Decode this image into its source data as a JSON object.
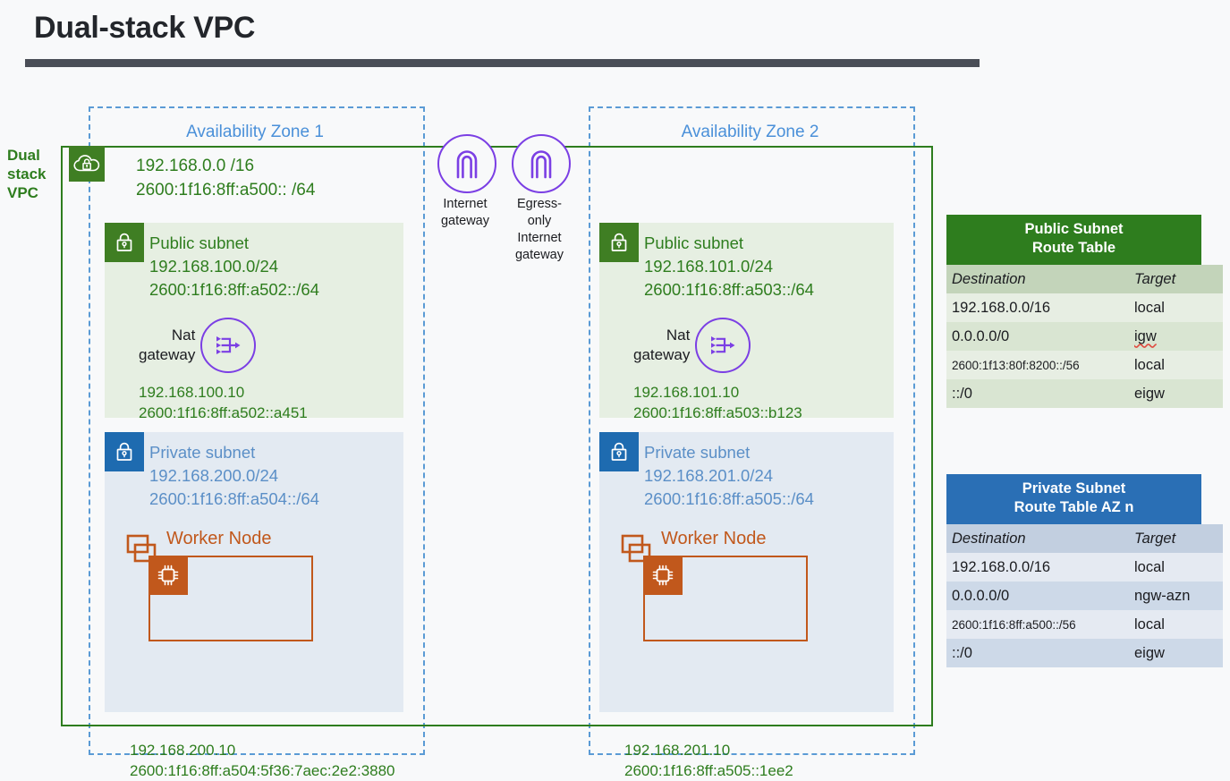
{
  "page": {
    "title": "Dual-stack VPC",
    "rule_color": "#4A4E57"
  },
  "vpc": {
    "label": "Dual\nstack\nVPC",
    "label_line1": "Dual",
    "label_line2": "stack",
    "label_line3": "VPC",
    "icon": "vpc-cloud-lock-icon",
    "ipv4_cidr": "192.168.0.0 /16",
    "ipv6_cidr": "2600:1f16:8ff:a500:: /64",
    "border_color": "#2E7D1E"
  },
  "gateways": [
    {
      "id": "internet-gateway",
      "icon": "internet-gateway-icon",
      "label_line1": "Internet",
      "label_line2": "gateway",
      "label_line3": "",
      "color": "#7B3FE4"
    },
    {
      "id": "egress-only-internet-gateway",
      "icon": "egress-only-internet-gateway-icon",
      "label_line1": "Egress-only",
      "label_line2": "Internet",
      "label_line3": "gateway",
      "color": "#7B3FE4"
    }
  ],
  "availability_zones": [
    {
      "label": "Availability Zone 1",
      "public_subnet": {
        "icon": "lock-icon",
        "title": "Public subnet",
        "ipv4_cidr": "192.168.100.0/24",
        "ipv6_cidr": "2600:1f16:8ff:a502::/64",
        "nat_gateway": {
          "icon": "nat-gateway-icon",
          "label_line1": "Nat",
          "label_line2": "gateway",
          "ipv4": "192.168.100.10",
          "ipv6": "2600:1f16:8ff:a502::a451"
        },
        "bg_color": "#E6EFE2",
        "text_color": "#2E7D1E"
      },
      "private_subnet": {
        "icon": "lock-icon",
        "title": "Private subnet",
        "ipv4_cidr": "192.168.200.0/24",
        "ipv6_cidr": "2600:1f16:8ff:a504::/64",
        "worker_node": {
          "icon": "worker-node-group-icon",
          "chip_icon": "cpu-chip-icon",
          "title": "Worker Node",
          "ipv4": "192.168.200.10",
          "ipv6": "2600:1f16:8ff:a504:5f36:7aec:2e2:3880"
        },
        "bg_color": "#E3EAF2",
        "text_color": "#5B8FC7"
      }
    },
    {
      "label": "Availability Zone 2",
      "public_subnet": {
        "icon": "lock-icon",
        "title": "Public subnet",
        "ipv4_cidr": "192.168.101.0/24",
        "ipv6_cidr": "2600:1f16:8ff:a503::/64",
        "nat_gateway": {
          "icon": "nat-gateway-icon",
          "label_line1": "Nat",
          "label_line2": "gateway",
          "ipv4": "192.168.101.10",
          "ipv6": "2600:1f16:8ff:a503::b123"
        },
        "bg_color": "#E6EFE2",
        "text_color": "#2E7D1E"
      },
      "private_subnet": {
        "icon": "lock-icon",
        "title": "Private subnet",
        "ipv4_cidr": "192.168.201.0/24",
        "ipv6_cidr": "2600:1f16:8ff:a505::/64",
        "worker_node": {
          "icon": "worker-node-group-icon",
          "chip_icon": "cpu-chip-icon",
          "title": "Worker Node",
          "ipv4": "192.168.201.10",
          "ipv6": "2600:1f16:8ff:a505::1ee2"
        },
        "bg_color": "#E3EAF2",
        "text_color": "#5B8FC7"
      }
    }
  ],
  "route_tables": [
    {
      "id": "public-subnet-route-table",
      "title_line1": "Public Subnet",
      "title_line2": "Route Table",
      "header_color": "#2E7D1E",
      "columns": [
        "Destination",
        "Target"
      ],
      "rows": [
        {
          "destination": "192.168.0.0/16",
          "target": "local",
          "small": false,
          "misspelled": false
        },
        {
          "destination": "0.0.0.0/0",
          "target": "igw",
          "small": false,
          "misspelled": true
        },
        {
          "destination": "2600:1f13:80f:8200::/56",
          "target": "local",
          "small": true,
          "misspelled": false
        },
        {
          "destination": "::/0",
          "target": "eigw",
          "small": false,
          "misspelled": false
        }
      ]
    },
    {
      "id": "private-subnet-route-table",
      "title_line1": "Private Subnet",
      "title_line2": "Route Table AZ n",
      "header_color": "#2A6FB5",
      "columns": [
        "Destination",
        "Target"
      ],
      "rows": [
        {
          "destination": "192.168.0.0/16",
          "target": "local",
          "small": false,
          "misspelled": false
        },
        {
          "destination": "0.0.0.0/0",
          "target": "ngw-azn",
          "small": false,
          "misspelled": false
        },
        {
          "destination": "2600:1f16:8ff:a500::/56",
          "target": "local",
          "small": true,
          "misspelled": false
        },
        {
          "destination": "::/0",
          "target": "eigw",
          "small": false,
          "misspelled": false
        }
      ]
    }
  ]
}
